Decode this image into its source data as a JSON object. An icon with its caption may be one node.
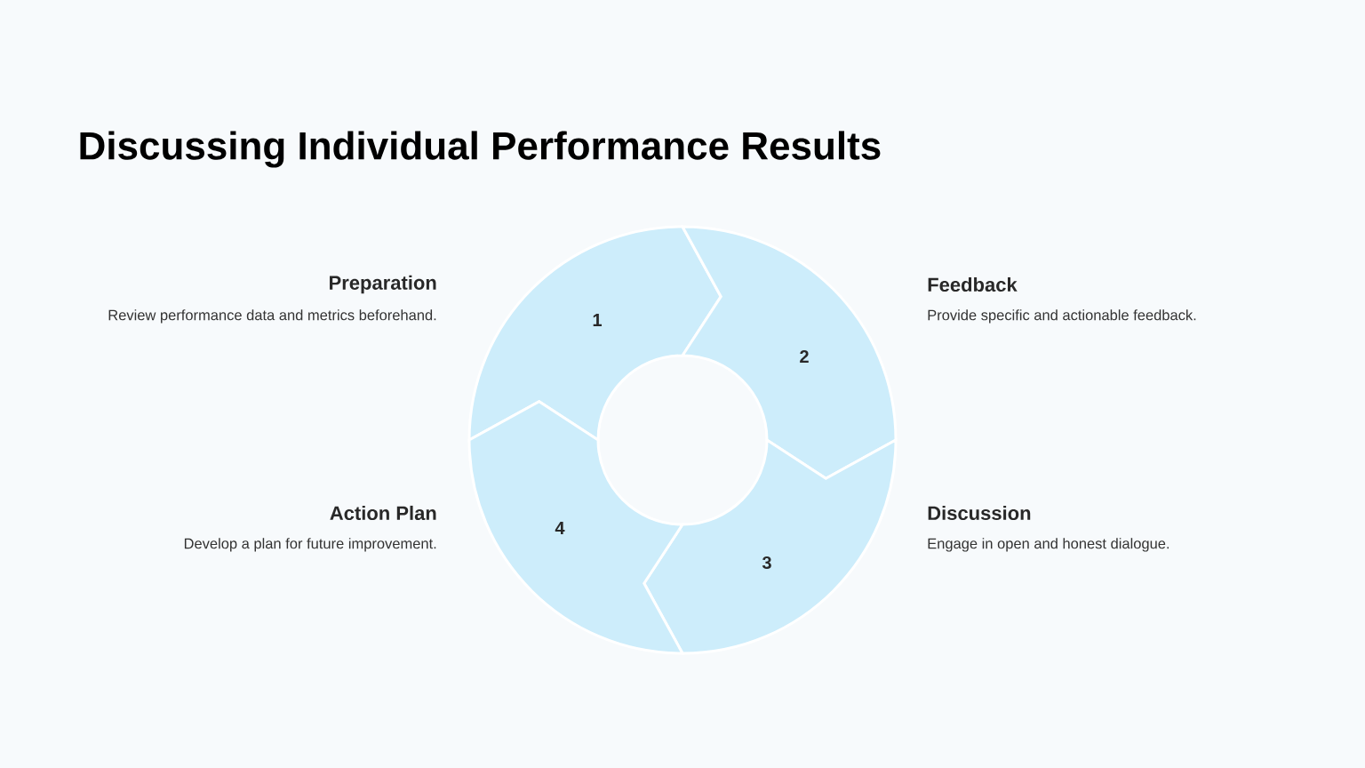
{
  "diagram": {
    "title": "Discussing Individual Performance Results",
    "nodes": [
      {
        "text": [
          "1"
        ],
        "beside": [
          "Preparation",
          "Review performance data and metrics beforehand."
        ]
      },
      {
        "text": [
          "2"
        ],
        "beside": [
          "Feedback",
          "Provide specific and actionable feedback."
        ]
      },
      {
        "text": [
          "3"
        ],
        "beside": [
          "Discussion",
          "Engage in open and honest dialogue."
        ]
      },
      {
        "text": [
          "4"
        ],
        "beside": [
          "Action Plan",
          "Develop a plan for future improvement."
        ]
      }
    ]
  }
}
